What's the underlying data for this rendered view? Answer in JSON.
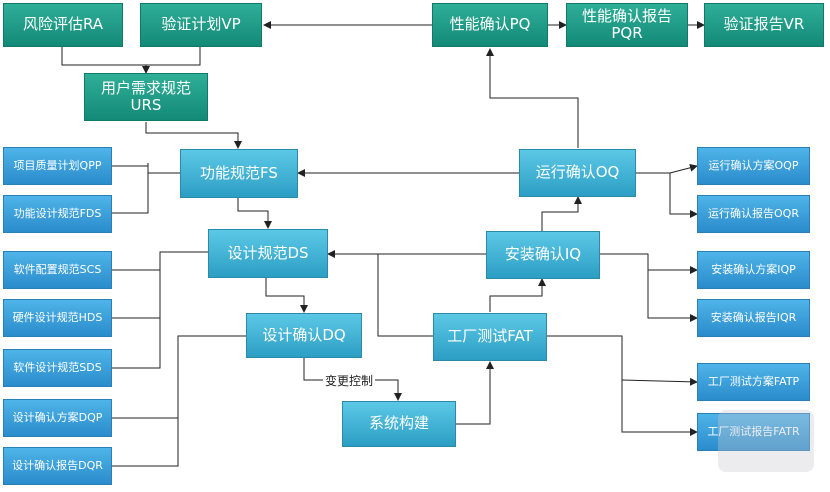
{
  "nodes": {
    "ra": "风险评估RA",
    "vp": "验证计划VP",
    "pq": "性能确认PQ",
    "pqr_line1": "性能确认报告",
    "pqr_line2": "PQR",
    "vr": "验证报告VR",
    "urs_line1": "用户需求规范",
    "urs_line2": "URS",
    "fs": "功能规范FS",
    "oq": "运行确认OQ",
    "ds": "设计规范DS",
    "iq": "安装确认IQ",
    "dq": "设计确认DQ",
    "fat": "工厂测试FAT",
    "build": "系统构建"
  },
  "left_docs": {
    "qpp": "项目质量计划QPP",
    "fds": "功能设计规范FDS",
    "scs": "软件配置规范SCS",
    "hds": "硬件设计规范HDS",
    "sds": "软件设计规范SDS",
    "dqp": "设计确认方案DQP",
    "dqr": "设计确认报告DQR"
  },
  "right_docs": {
    "oqp": "运行确认方案OQP",
    "oqr": "运行确认报告OQR",
    "iqp": "安装确认方案IQP",
    "iqr": "安装确认报告IQR",
    "fatp": "工厂测试方案FATP",
    "fatr": "工厂测试报告FATR"
  },
  "edge_labels": {
    "change_control": "变更控制"
  },
  "colors": {
    "teal": "#1a9a85",
    "blue": "#3ab0d8",
    "line": "#222222"
  }
}
